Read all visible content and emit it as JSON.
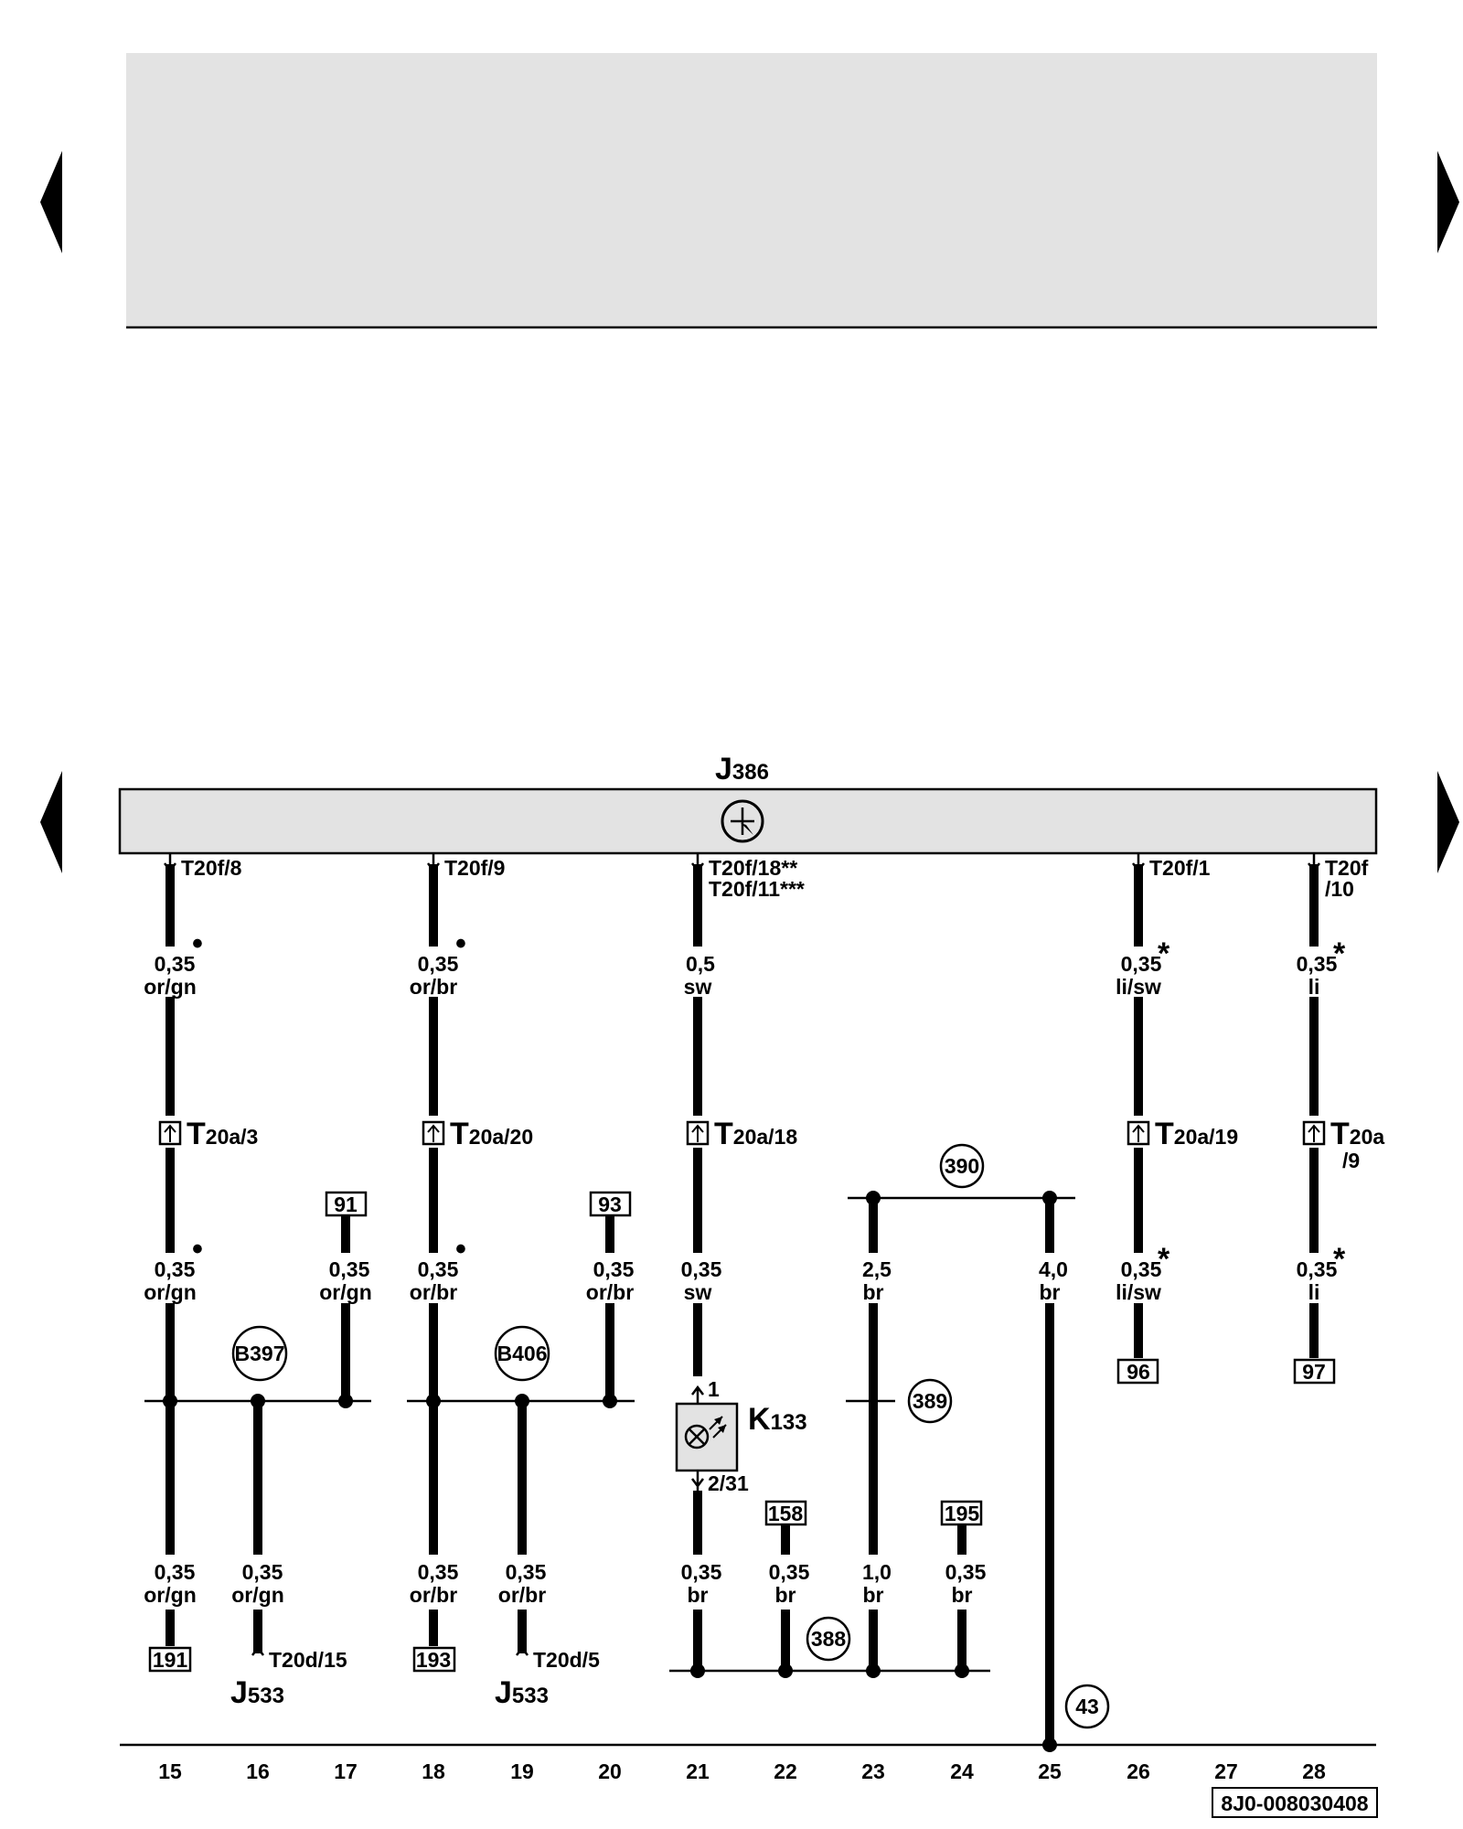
{
  "colors": {
    "panel": "#e3e3e3",
    "ink": "#000000"
  },
  "module": {
    "name": "J",
    "sub": "386",
    "icon": "ecu-star-icon"
  },
  "connectors": [
    {
      "id": "c15",
      "text": "T20f/8"
    },
    {
      "id": "c18",
      "text": "T20f/9"
    },
    {
      "id": "c21a",
      "text": "T20f/18**"
    },
    {
      "id": "c21b",
      "text": "T20f/11***"
    },
    {
      "id": "c26",
      "text": "T20f/1"
    },
    {
      "id": "c28a",
      "text": "T20f"
    },
    {
      "id": "c28b",
      "text": "/10"
    }
  ],
  "wires": [
    {
      "id": "w15a",
      "size": "0,35",
      "color": "or/gn",
      "mark": "•"
    },
    {
      "id": "w18a",
      "size": "0,35",
      "color": "or/br",
      "mark": "•"
    },
    {
      "id": "w21a",
      "size": "0,5",
      "color": "sw",
      "mark": ""
    },
    {
      "id": "w26a",
      "size": "0,35",
      "color": "li/sw",
      "mark": "*"
    },
    {
      "id": "w28a",
      "size": "0,35",
      "color": "li",
      "mark": "*"
    },
    {
      "id": "w15b",
      "size": "0,35",
      "color": "or/gn",
      "mark": "•"
    },
    {
      "id": "w17b",
      "size": "0,35",
      "color": "or/gn",
      "mark": ""
    },
    {
      "id": "w18b",
      "size": "0,35",
      "color": "or/br",
      "mark": "•"
    },
    {
      "id": "w20b",
      "size": "0,35",
      "color": "or/br",
      "mark": ""
    },
    {
      "id": "w21b",
      "size": "0,35",
      "color": "sw",
      "mark": ""
    },
    {
      "id": "w23b",
      "size": "2,5",
      "color": "br",
      "mark": ""
    },
    {
      "id": "w25b",
      "size": "4,0",
      "color": "br",
      "mark": ""
    },
    {
      "id": "w26b",
      "size": "0,35",
      "color": "li/sw",
      "mark": "*"
    },
    {
      "id": "w28b",
      "size": "0,35",
      "color": "li",
      "mark": "*"
    },
    {
      "id": "w15c",
      "size": "0,35",
      "color": "or/gn",
      "mark": ""
    },
    {
      "id": "w16c",
      "size": "0,35",
      "color": "or/gn",
      "mark": ""
    },
    {
      "id": "w18c",
      "size": "0,35",
      "color": "or/br",
      "mark": ""
    },
    {
      "id": "w19c",
      "size": "0,35",
      "color": "or/br",
      "mark": ""
    },
    {
      "id": "w21c",
      "size": "0,35",
      "color": "br",
      "mark": ""
    },
    {
      "id": "w22c",
      "size": "0,35",
      "color": "br",
      "mark": ""
    },
    {
      "id": "w23c",
      "size": "1,0",
      "color": "br",
      "mark": ""
    },
    {
      "id": "w24c",
      "size": "0,35",
      "color": "br",
      "mark": ""
    }
  ],
  "plugs": [
    {
      "id": "p15",
      "main": "T",
      "sub": "20a/3"
    },
    {
      "id": "p18",
      "main": "T",
      "sub": "20a/20"
    },
    {
      "id": "p21",
      "main": "T",
      "sub": "20a/18"
    },
    {
      "id": "p26",
      "main": "T",
      "sub": "20a/19"
    },
    {
      "id": "p28a",
      "main": "T",
      "sub": "20a"
    },
    {
      "id": "p28b",
      "main": "",
      "sub": "/9"
    }
  ],
  "boxRefs": [
    {
      "id": "b91",
      "text": "91"
    },
    {
      "id": "b93",
      "text": "93"
    },
    {
      "id": "b96",
      "text": "96"
    },
    {
      "id": "b97",
      "text": "97"
    },
    {
      "id": "b158",
      "text": "158"
    },
    {
      "id": "b195",
      "text": "195"
    },
    {
      "id": "b191",
      "text": "191"
    },
    {
      "id": "b193",
      "text": "193"
    }
  ],
  "circleRefs": [
    {
      "id": "r390",
      "text": "390"
    },
    {
      "id": "r389",
      "text": "389"
    },
    {
      "id": "r388",
      "text": "388"
    },
    {
      "id": "r43",
      "text": "43"
    },
    {
      "id": "rB397",
      "text": "B397"
    },
    {
      "id": "rB406",
      "text": "B406"
    }
  ],
  "component": {
    "name": "K",
    "sub": "133",
    "pin1": "1",
    "pin2": "2/31",
    "icon": "warning-lamp-icon"
  },
  "devices": [
    {
      "id": "d16",
      "name": "J",
      "sub": "533",
      "pin": "T20d/15"
    },
    {
      "id": "d19",
      "name": "J",
      "sub": "533",
      "pin": "T20d/5"
    }
  ],
  "columns": [
    "15",
    "16",
    "17",
    "18",
    "19",
    "20",
    "21",
    "22",
    "23",
    "24",
    "25",
    "26",
    "27",
    "28"
  ],
  "figure_id": "8J0-008030408",
  "nav": {
    "prev_icon": "triangle-left-icon",
    "next_icon": "triangle-right-icon"
  }
}
